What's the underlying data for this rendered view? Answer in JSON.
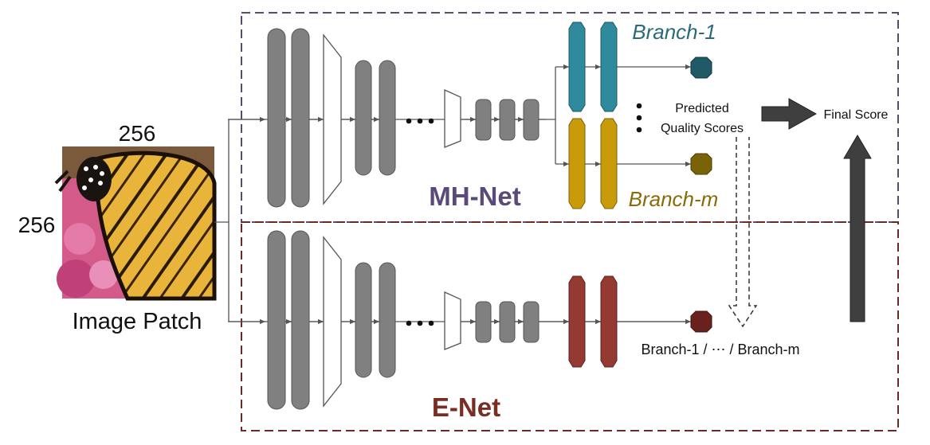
{
  "input": {
    "dim_top": "256",
    "dim_left": "256",
    "caption": "Image Patch"
  },
  "mh_net": {
    "title": "MH-Net",
    "branch_top_label": "Branch-1",
    "branch_bottom_label": "Branch-m",
    "predicted_scores_line1": "Predicted",
    "predicted_scores_line2": "Quality Scores"
  },
  "e_net": {
    "title": "E-Net",
    "branch_label": "Branch-1 / ⋯ / Branch-m"
  },
  "output": {
    "final_score": "Final Score"
  },
  "colors": {
    "mh_border": "#5a4a6e",
    "e_border": "#6b2a25",
    "mh_title": "#5a4a7a",
    "e_title": "#7a2d22",
    "conv_gray": "#808080",
    "branch_teal": "#2e8a9c",
    "branch_gold": "#c99a0a",
    "branch_red": "#953a33",
    "node_teal": "#1f5a66",
    "node_gold": "#7a6208",
    "node_red": "#6a201c",
    "arrow_dark": "#3f3f3f"
  }
}
